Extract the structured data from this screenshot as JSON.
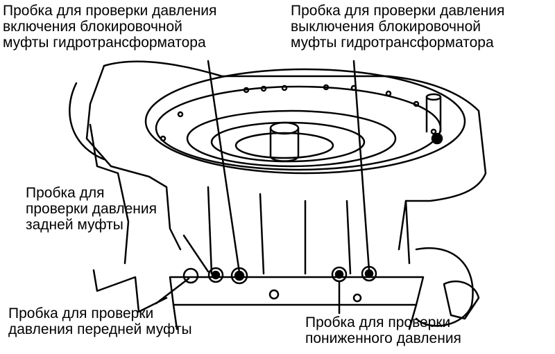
{
  "labels": {
    "lockup_on": "Пробка для проверки давления\nвключения блокировочной\nмуфты гидротрансформатора",
    "lockup_off": "Пробка для проверки давления\nвыключения блокировочной\nмуфты гидротрансформатора",
    "rear_clutch": "Пробка для\nпроверки давления\nзадней муфты",
    "front_clutch": "Пробка для проверки\nдавления передней муфты",
    "low_pressure": "Пробка для проверки\nпониженного давления"
  },
  "colors": {
    "line": "#000000",
    "background": "#ffffff"
  }
}
